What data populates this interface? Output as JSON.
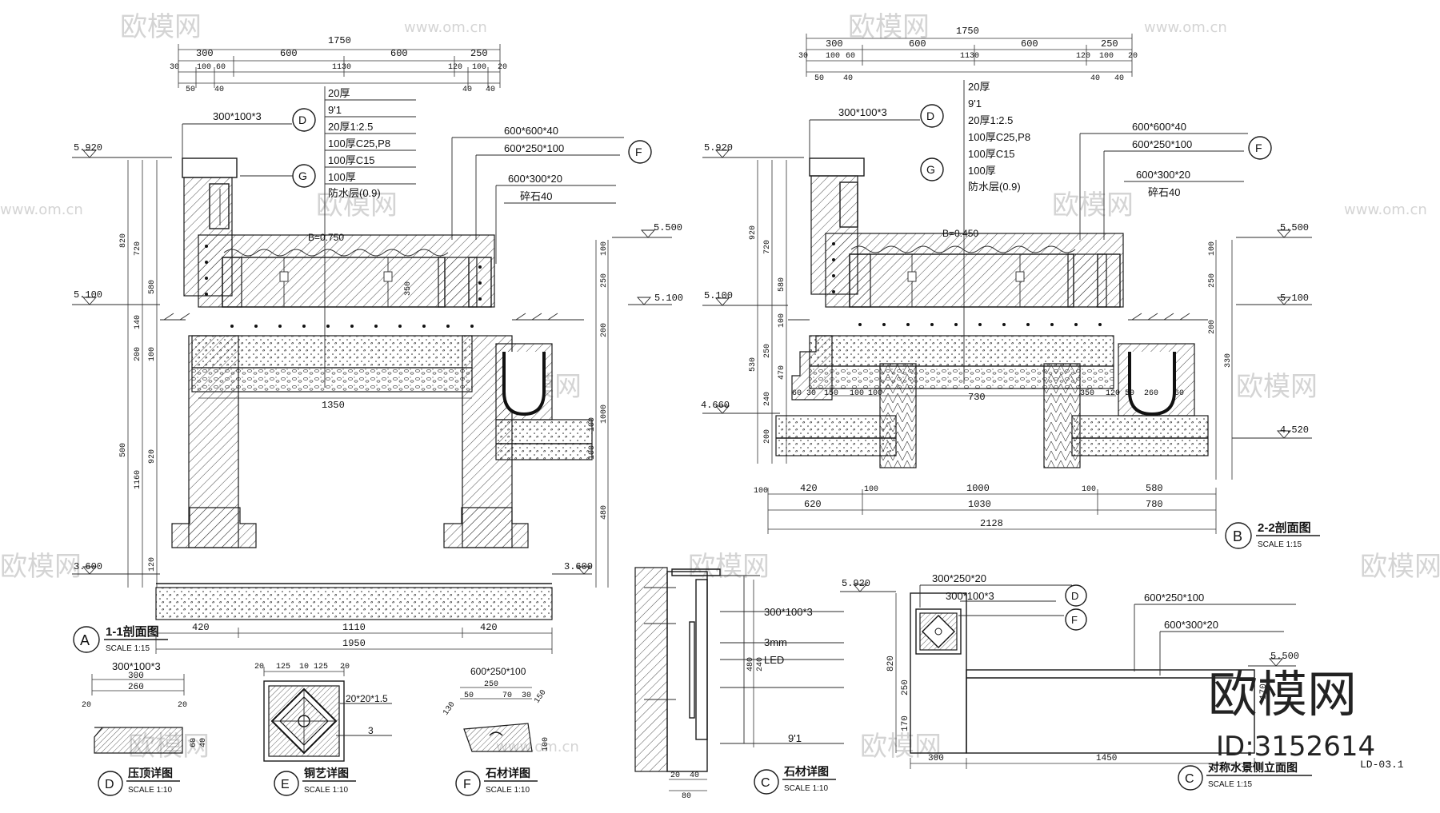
{
  "watermark": {
    "brand": "欧模网",
    "url": "www.om.cn",
    "id_text": "ID:3152614"
  },
  "section_a": {
    "label_letter": "A",
    "title": "1-1剖面图",
    "scale": "SCALE 1:15",
    "top_dims_row1": [
      "1750"
    ],
    "top_dims_row2": [
      "300",
      "600",
      "600",
      "250"
    ],
    "top_dims_row3": [
      "30",
      "100",
      "60",
      "1130",
      "120",
      "100",
      "20"
    ],
    "top_dims_row4": [
      "50",
      "40",
      "40",
      "40"
    ],
    "notes": [
      "20厚",
      "9'1",
      "20厚1:2.5",
      "100厚C25,P8",
      "100厚C15",
      "100厚",
      "防水层(0.9)"
    ],
    "note_300x100": "300*100*3",
    "callout_d": "D",
    "callout_g": "G",
    "callout_f": "F",
    "right_notes": [
      "600*600*40",
      "600*250*100",
      "600*300*20",
      "碎石40"
    ],
    "elev_top": "5.920",
    "elev_mid": "5.100",
    "elev_right_top": "5.500",
    "elev_right_mid": "5.100",
    "elev_bottom": "3.600",
    "elev_bottom_right": "3.600",
    "b_label": "B=0.750",
    "inner_dim": "1350",
    "base_dims": [
      "420",
      "1110",
      "420"
    ],
    "base_total": "1950",
    "left_dims": [
      "820",
      "720",
      "580",
      "140",
      "200",
      "100",
      "920",
      "1160",
      "500",
      "120"
    ],
    "right_dims": [
      "100",
      "250",
      "200",
      "100",
      "1000",
      "100",
      "480"
    ],
    "dim_350": "350"
  },
  "section_b": {
    "label_letter": "B",
    "title": "2-2剖面图",
    "scale": "SCALE 1:15",
    "top_dims_row1": [
      "1750"
    ],
    "top_dims_row2": [
      "300",
      "600",
      "600",
      "250"
    ],
    "top_dims_row3": [
      "30",
      "100",
      "60",
      "1130",
      "120",
      "100",
      "20"
    ],
    "top_dims_row4": [
      "50",
      "40",
      "40",
      "40"
    ],
    "notes": [
      "20厚",
      "9'1",
      "20厚1:2.5",
      "100厚C25,P8",
      "100厚C15",
      "100厚",
      "防水层(0.9)"
    ],
    "note_300x100": "300*100*3",
    "callout_d": "D",
    "callout_g": "G",
    "callout_f": "F",
    "right_notes": [
      "600*600*40",
      "600*250*100",
      "600*300*20",
      "碎石40"
    ],
    "elev_top": "5.920",
    "elev_mid": "5.100",
    "elev_low": "4.660",
    "elev_right_top": "5.500",
    "elev_right_mid": "5.100",
    "elev_right_low": "4.520",
    "b_label": "B=0.450",
    "inner_dim": "730",
    "bottom_row1": [
      "100",
      "420",
      "100",
      "1000",
      "100",
      "580"
    ],
    "bottom_row2": [
      "620",
      "1030",
      "780"
    ],
    "bottom_total": "2128",
    "left_dims": [
      "920",
      "720",
      "580",
      "100",
      "250",
      "530",
      "470",
      "240",
      "200"
    ],
    "right_dims": [
      "100",
      "250",
      "200",
      "330"
    ],
    "small_dims": [
      "60",
      "30",
      "150",
      "100",
      "100",
      "350",
      "120",
      "50",
      "260",
      "60"
    ]
  },
  "detail_d": {
    "label_letter": "D",
    "title": "压顶详图",
    "scale": "SCALE 1:10",
    "note": "300*100*3",
    "dims": [
      "300",
      "20",
      "260",
      "20",
      "60",
      "40"
    ]
  },
  "detail_e": {
    "label_letter": "E",
    "title": "铜艺详图",
    "scale": "SCALE 1:10",
    "dims": [
      "20",
      "125",
      "10",
      "125",
      "20"
    ],
    "notes": [
      "20*20*1.5",
      "3"
    ]
  },
  "detail_f": {
    "label_letter": "F",
    "title": "石材详图",
    "scale": "SCALE 1:10",
    "note": "600*250*100",
    "dims": [
      "250",
      "50",
      "70",
      "30",
      "130",
      "100",
      "150"
    ]
  },
  "detail_c1": {
    "label_letter": "C",
    "title": "石材详图",
    "scale": "SCALE 1:10",
    "notes": [
      "300*100*3",
      "3mm",
      "LED",
      "9'1"
    ],
    "dims": [
      "20",
      "40",
      "80",
      "240",
      "480"
    ]
  },
  "detail_c2": {
    "label_letter": "C",
    "title": "对称水景侧立面图",
    "scale": "SCALE 1:15",
    "elev_top": "5.920",
    "elev_right": "5.500",
    "notes": [
      "300*250*20",
      "300*100*3",
      "600*250*100",
      "600*300*20"
    ],
    "callout_d": "D",
    "callout_f": "F",
    "dims": [
      "300",
      "1450",
      "820",
      "250",
      "170",
      "170"
    ],
    "sheet": "LD-03.1"
  }
}
